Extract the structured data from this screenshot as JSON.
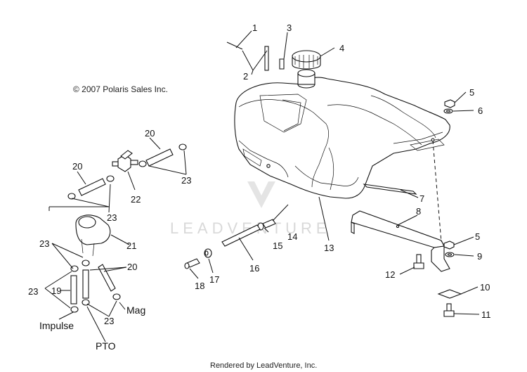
{
  "copyright": "© 2007 Polaris Sales Inc.",
  "footer": "Rendered by LeadVenture, Inc.",
  "watermark": "LEADVENTURE",
  "callouts": {
    "n1": "1",
    "n2": "2",
    "n3": "3",
    "n4": "4",
    "n5a": "5",
    "n6": "6",
    "n7": "7",
    "n8": "8",
    "n5b": "5",
    "n9": "9",
    "n10": "10",
    "n11": "11",
    "n12": "12",
    "n13": "13",
    "n14": "14",
    "n15": "15",
    "n16": "16",
    "n17": "17",
    "n18": "18",
    "n20a": "20",
    "n20b": "20",
    "n20c": "20",
    "n22": "22",
    "n23a": "23",
    "n23b": "23",
    "n23c": "23",
    "n23d": "23",
    "n23e": "23",
    "n21": "21",
    "n19": "19"
  },
  "words": {
    "impulse": "Impulse",
    "pto": "PTO",
    "mag": "Mag"
  }
}
